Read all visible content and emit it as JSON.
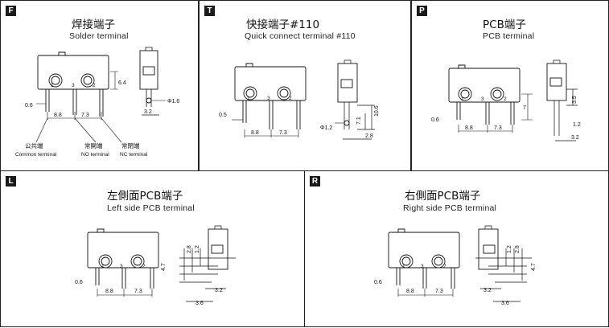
{
  "panels": {
    "solder": {
      "badge": "F",
      "title_cn": "焊接端子",
      "title_en": "Solder terminal",
      "dims": {
        "d06": "0.6",
        "d88": "8.8",
        "d73": "7.3",
        "d64": "6.4",
        "d32": "3.2",
        "phi16": "Φ1.6"
      },
      "pins": {
        "p1": "1",
        "p3": "3",
        "p2": "2"
      },
      "labels": {
        "common_cn": "公共端",
        "common_en": "Common terminal",
        "no_cn": "常開端",
        "no_en": "NO terminal",
        "nc_cn": "常閉端",
        "nc_en": "NC terminal"
      }
    },
    "quick": {
      "badge": "T",
      "title_cn": "快接端子#110",
      "title_en": "Quick connect terminal #110",
      "dims": {
        "d05": "0.5",
        "d88": "8.8",
        "d73": "7.3",
        "d71": "7.1",
        "d106": "10.6",
        "d28": "2.8",
        "phi12": "Φ1.2"
      },
      "pins": {
        "p1": "1",
        "p3": "3",
        "p2": "2"
      }
    },
    "pcb": {
      "badge": "P",
      "title_cn": "PCB端子",
      "title_en": "PCB terminal",
      "dims": {
        "d06": "0.6",
        "d88": "8.8",
        "d73": "7.3",
        "d7": "7",
        "d35": "3.5",
        "d12": "1.2",
        "d32": "3.2"
      },
      "pins": {
        "p1": "1",
        "p3": "3",
        "p2": "2"
      }
    },
    "left": {
      "badge": "L",
      "title_cn": "左側面PCB端子",
      "title_en": "Left side PCB terminal",
      "dims": {
        "d06": "0.6",
        "d88": "8.8",
        "d73": "7.3",
        "d47": "4.7",
        "d28": "2.8",
        "d12": "1.2",
        "d32": "3.2",
        "d36": "3.6"
      },
      "pins": {
        "p1": "1",
        "p3": "3",
        "p2": "2"
      }
    },
    "right": {
      "badge": "R",
      "title_cn": "右側面PCB端子",
      "title_en": "Right side PCB terminal",
      "dims": {
        "d06": "0.6",
        "d88": "8.8",
        "d73": "7.3",
        "d47": "4.7",
        "d28": "2.8",
        "d12": "1.2",
        "d32": "3.2",
        "d36": "3.6"
      },
      "pins": {
        "p1": "1",
        "p3": "3",
        "p2": "2"
      }
    }
  }
}
